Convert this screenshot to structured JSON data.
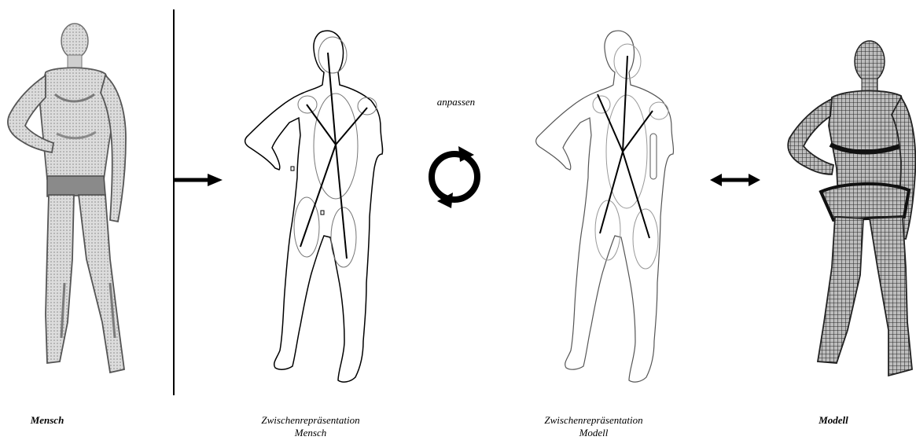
{
  "labels": {
    "mensch": "Mensch",
    "zwischen_mensch_line1": "Zwischenrepräsentation",
    "zwischen_mensch_line2": "Mensch",
    "zwischen_modell_line1": "Zwischenrepräsentation",
    "zwischen_modell_line2": "Modell",
    "modell": "Modell",
    "anpassen": "anpassen"
  },
  "colors": {
    "stroke": "#000000",
    "ellipse": "#777777",
    "ellipse_light": "#999999",
    "outline_light": "#555555",
    "skin": "#d8d8d8",
    "skin_shadow": "#6e6e6e",
    "wire": "#333333",
    "background": "#ffffff"
  },
  "icons": {
    "arrow_right": "arrow-right-icon",
    "cycle": "cycle-arrows-icon",
    "arrow_double": "double-arrow-icon"
  }
}
